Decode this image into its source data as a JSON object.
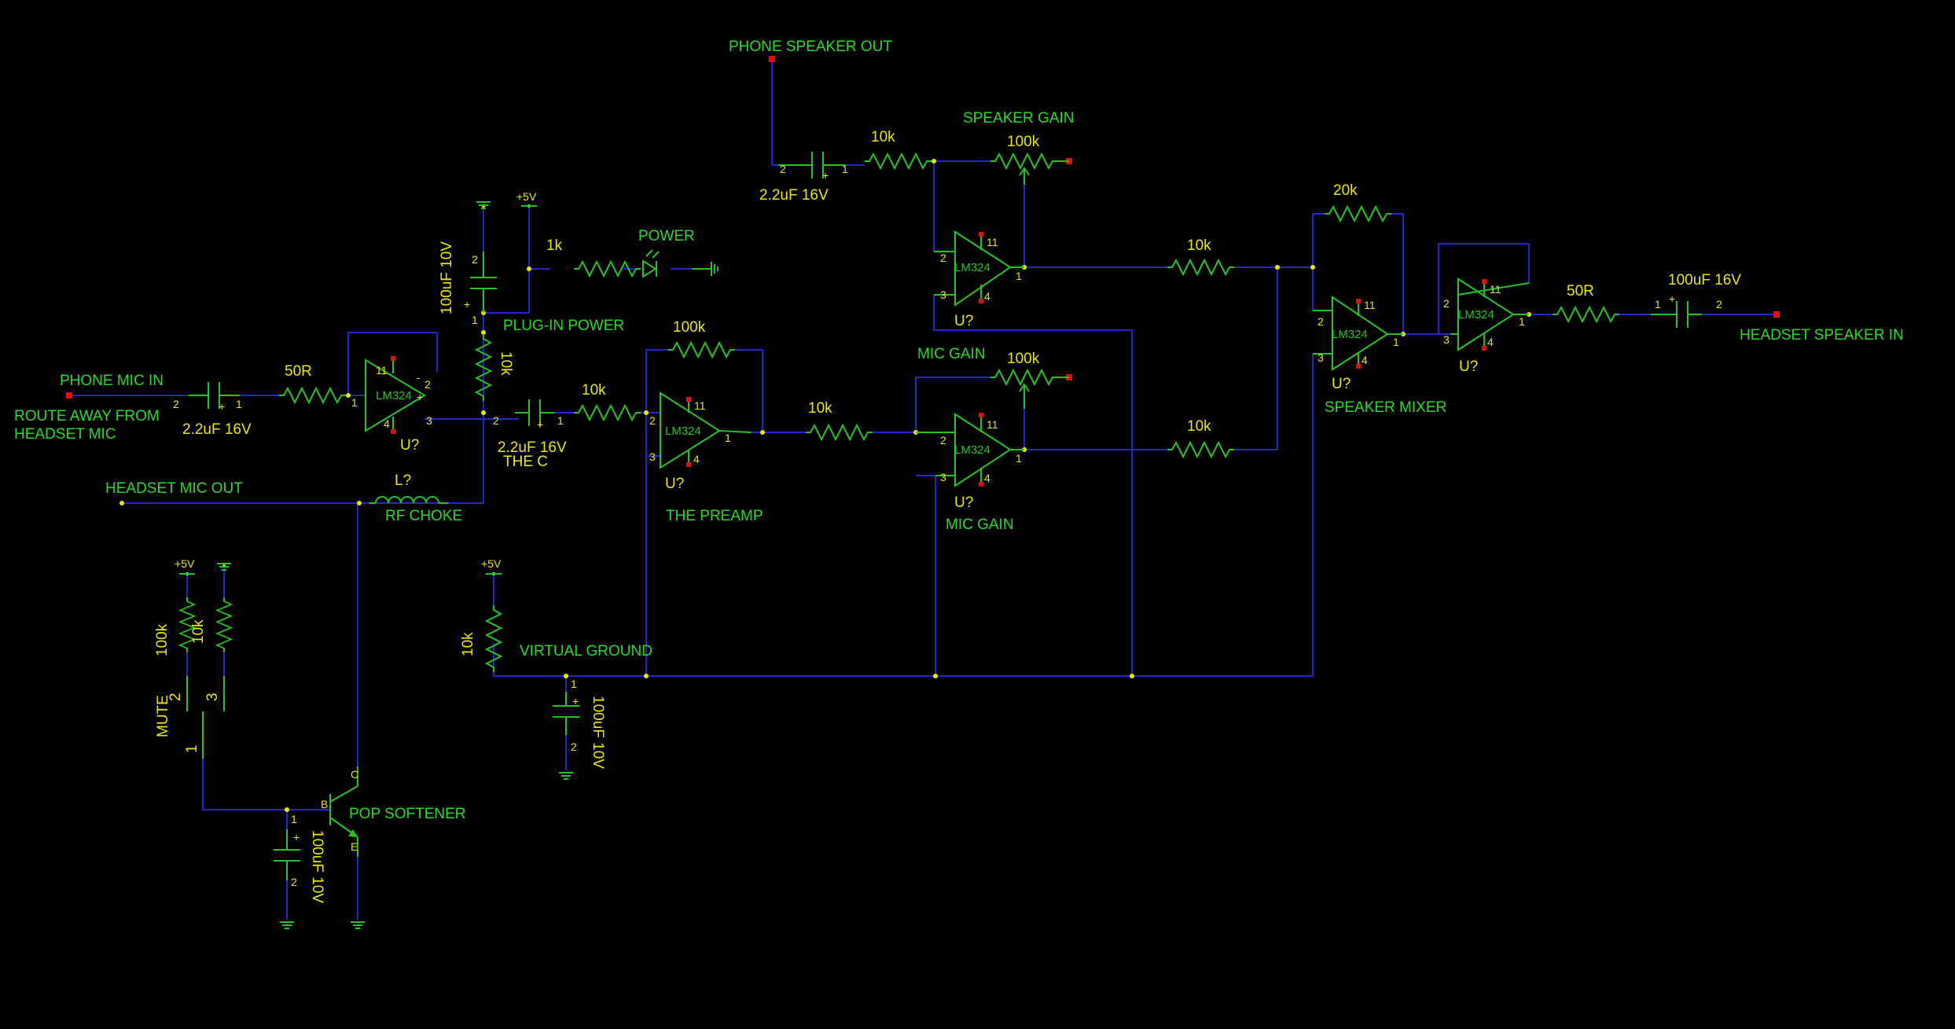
{
  "schematic": {
    "net_labels": {
      "phone_mic_in": "PHONE MIC IN",
      "route_away_1": "ROUTE AWAY FROM",
      "route_away_2": "HEADSET MIC",
      "headset_mic_out": "HEADSET MIC OUT",
      "phone_speaker_out": "PHONE SPEAKER OUT",
      "headset_speaker_in": "HEADSET SPEAKER IN",
      "plug_in_power": "PLUG-IN POWER",
      "power": "POWER",
      "speaker_gain": "SPEAKER GAIN",
      "mic_gain_top": "MIC GAIN",
      "mic_gain_bottom": "MIC GAIN",
      "the_preamp": "THE PREAMP",
      "the_c": "THE C",
      "rf_choke": "RF CHOKE",
      "virtual_ground": "VIRTUAL GROUND",
      "pop_softener": "POP SOFTENER",
      "speaker_mixer": "SPEAKER MIXER",
      "mute": "MUTE"
    },
    "values": {
      "c_in": "2.2uF 16V",
      "r_in": "50R",
      "c_bias": "100uF 10V",
      "r_led": "1k",
      "r_bias": "10k",
      "c_the_c": "2.2uF 16V",
      "r_pre_in": "10k",
      "r_pre_fb": "100k",
      "c_spk": "2.2uF 16V",
      "r_spk_in": "10k",
      "pot_spk": "100k",
      "r_mix1": "10k",
      "r_mix_fb": "20k",
      "r_mic_in": "10k",
      "pot_mic": "100k",
      "r_mix2": "10k",
      "r_out": "50R",
      "c_out": "100uF 16V",
      "inductor": "L?",
      "r_vg": "10k",
      "c_vg": "100uF 10V",
      "r_mute1": "100k",
      "r_mute2": "10k",
      "c_pop": "100uF 10V"
    },
    "opamp_part": "LM324",
    "opamp_ref": "U?",
    "supply_5v": "+5V",
    "pins": {
      "p1": "1",
      "p2": "2",
      "p3": "3",
      "p4": "4",
      "p11": "11",
      "plus": "+",
      "minus": "-",
      "b": "B",
      "c": "C",
      "e": "E"
    }
  }
}
